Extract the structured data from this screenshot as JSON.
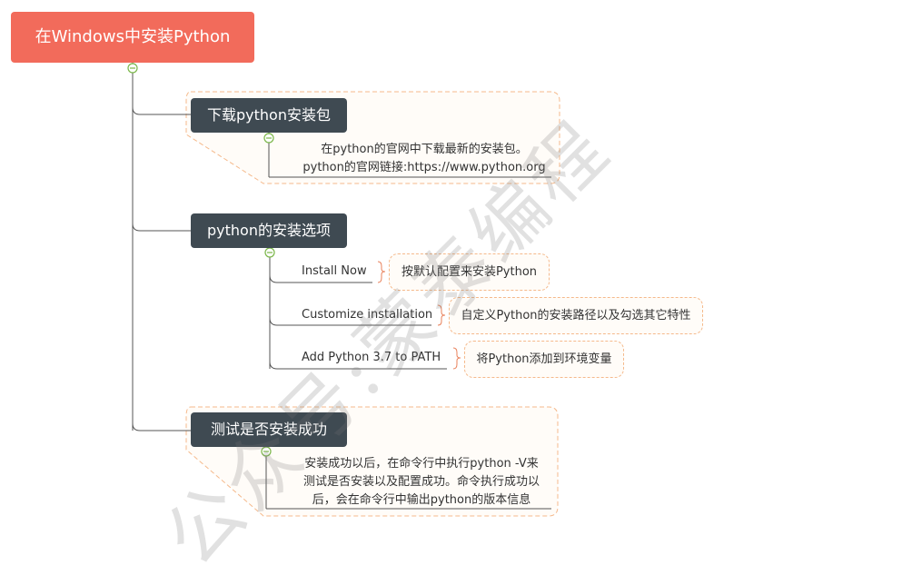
{
  "root": {
    "title": "在Windows中安装Python"
  },
  "topics": [
    {
      "title": "下载python安装包",
      "note_lines": [
        "在python的官网中下载最新的安装包。",
        "python的官网链接:https://www.python.org"
      ]
    },
    {
      "title": "python的安装选项",
      "options": [
        {
          "label": "Install Now",
          "desc": "按默认配置来安装Python"
        },
        {
          "label": "Customize installation",
          "desc": "自定义Python的安装路径以及勾选其它特性"
        },
        {
          "label": "Add Python 3.7 to PATH",
          "desc": "将Python添加到环境变量"
        }
      ]
    },
    {
      "title": "测试是否安装成功",
      "note_lines": [
        "安装成功以后，在命令行中执行python  -V来",
        "测试是否安装以及配置成功。命令执行成功以",
        "后，会在命令行中输出python的版本信息"
      ]
    }
  ],
  "watermark": "公众号:蒙泰编程",
  "colors": {
    "root": "#f26b5b",
    "topic": "#3f4a52",
    "connector": "#555555",
    "callout_border": "#f5b98b",
    "collapse": "#7ab648"
  }
}
